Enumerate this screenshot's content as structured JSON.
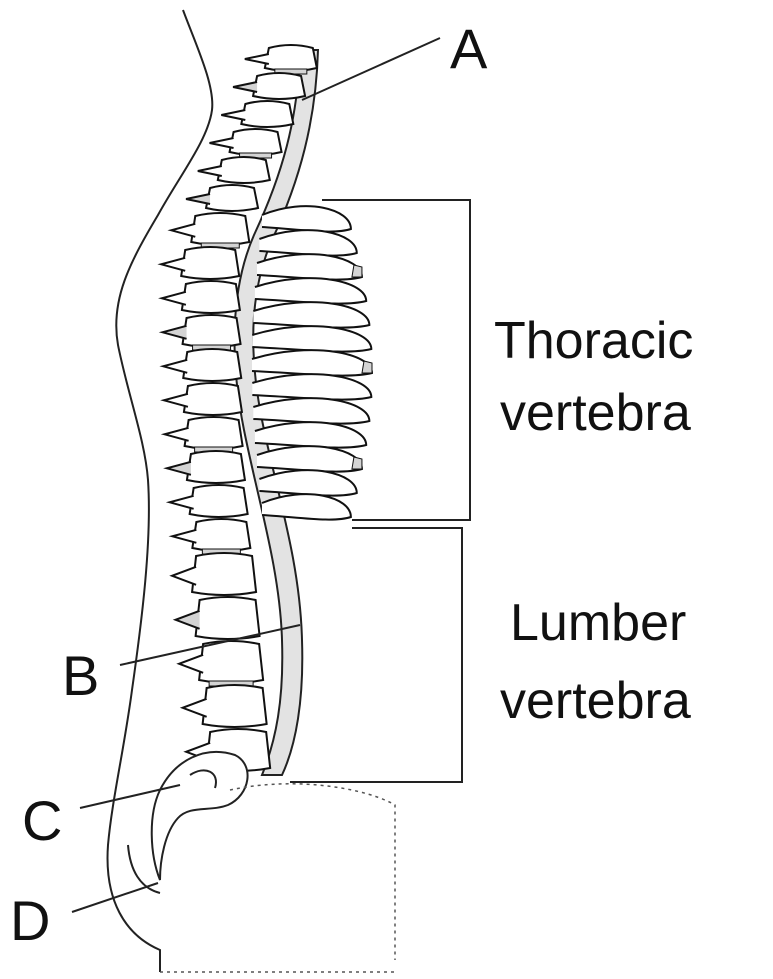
{
  "labels": {
    "a": "A",
    "b": "B",
    "c": "C",
    "d": "D"
  },
  "regions": {
    "thoracic": {
      "line1": "Thoracic",
      "line2": "vertebra"
    },
    "lumbar": {
      "line1": "Lumber",
      "line2": "vertebra"
    }
  },
  "colors": {
    "ink": "#111111",
    "shade": "#d4d4d4",
    "paper": "#ffffff"
  }
}
